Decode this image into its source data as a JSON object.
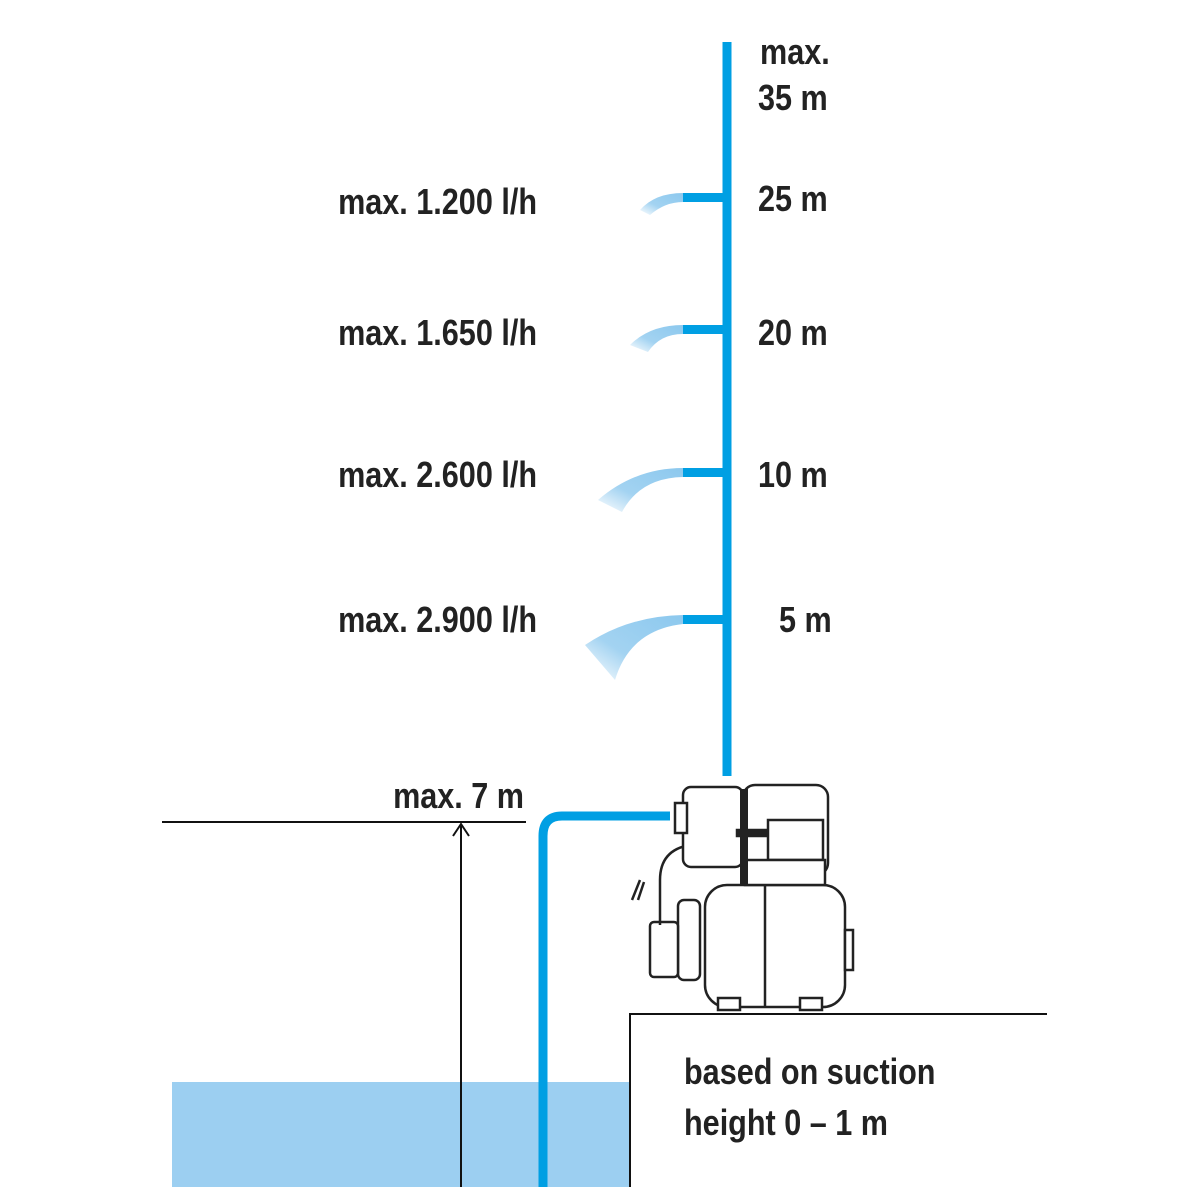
{
  "colors": {
    "pipe": "#009fe3",
    "spray": "#8cc8ee",
    "water": "#9ccff1",
    "line": "#111111"
  },
  "head_top_label": [
    "max.",
    "35 m"
  ],
  "levels": [
    {
      "flow": "max. 1.200 l/h",
      "height": "25 m"
    },
    {
      "flow": "max. 1.650 l/h",
      "height": "20 m"
    },
    {
      "flow": "max. 2.600 l/h",
      "height": "10 m"
    },
    {
      "flow": "max. 2.900 l/h",
      "height": "5 m"
    }
  ],
  "suction_label": "max. 7 m",
  "note": [
    "based on suction",
    "height 0 – 1 m"
  ]
}
